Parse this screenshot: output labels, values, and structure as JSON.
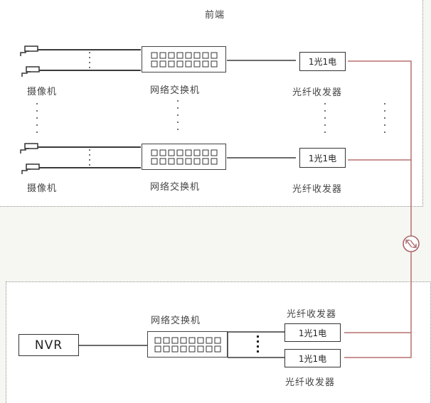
{
  "diagram": {
    "front_zone_title": "前端",
    "camera_label": "摄像机",
    "switch_label": "网络交换机",
    "transceiver_label": "光纤收发器",
    "transceiver_box_text": "1光1电",
    "nvr_label": "NVR",
    "colors": {
      "fiber": "#b5716f",
      "copper": "#3a3a3a",
      "zone_border": "#8a8a8a"
    },
    "groups": [
      {
        "cameras": 2,
        "switch_ports": 16,
        "transceiver": "1光1电"
      },
      {
        "cameras": 2,
        "switch_ports": 16,
        "transceiver": "1光1电"
      }
    ],
    "backend": {
      "switch_label": "网络交换机",
      "transceivers_top_label": "光纤收发器",
      "transceivers_bottom_label": "光纤收发器",
      "transceiver_boxes": [
        "1光1电",
        "1光1电"
      ],
      "nvr": "NVR"
    },
    "link_icon": "fiber-link-exchange-icon"
  }
}
